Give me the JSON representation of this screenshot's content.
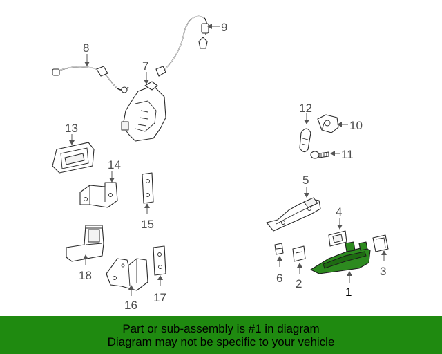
{
  "callouts": {
    "c1": "1",
    "c2": "2",
    "c3": "3",
    "c4": "4",
    "c5": "5",
    "c6": "6",
    "c7": "7",
    "c8": "8",
    "c9": "9",
    "c10": "10",
    "c11": "11",
    "c12": "12",
    "c13": "13",
    "c14": "14",
    "c15": "15",
    "c16": "16",
    "c17": "17",
    "c18": "18"
  },
  "highlighted_part": "1",
  "colors": {
    "highlight": "#2d8a1f",
    "banner": "#1f8a10"
  },
  "banner": {
    "line1": "Part or sub-assembly is #1 in diagram",
    "line2": "Diagram may not be specific to your vehicle"
  }
}
